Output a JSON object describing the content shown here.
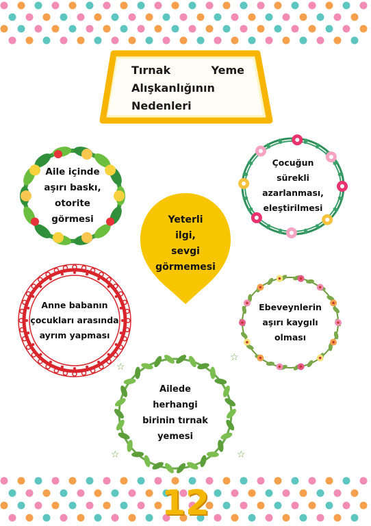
{
  "title": {
    "line1_a": "Tırnak",
    "line1_b": "Yeme",
    "line2": "Alışkanlığının",
    "line3": "Nedenleri"
  },
  "causes": {
    "family_pressure": [
      "Aile içinde",
      "aşırı baskı,",
      "otorite",
      "görmesi"
    ],
    "child_scolded": [
      "Çocuğun",
      "sürekli",
      "azarlanması,",
      "eleştirilmesi"
    ],
    "not_enough_love": [
      "Yeterli",
      "ilgi,",
      "sevgi",
      "görmemesi"
    ],
    "discrimination": [
      "Anne babanın",
      "çocukları arasında",
      "ayrım yapması"
    ],
    "anxious_parents": [
      "Ebeveynlerin",
      "aşırı kaygılı",
      "olması"
    ],
    "family_member": [
      "Ailede",
      "herhangi",
      "birinin tırnak",
      "yemesi"
    ]
  },
  "page_number": "12",
  "colors": {
    "title_border": "#f7b500",
    "bubble": "#f7c600",
    "dot_pink": "#f28cb4",
    "dot_orange": "#f6a04d",
    "dot_teal": "#5ec6c0",
    "page_number": "#f5b800"
  }
}
